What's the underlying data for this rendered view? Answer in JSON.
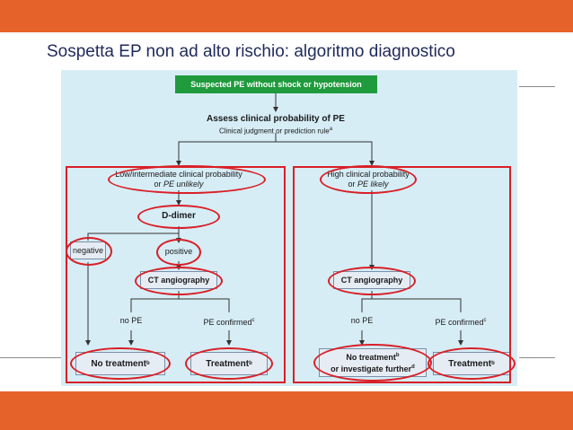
{
  "slide": {
    "title": "Sospetta EP non ad alto rischio: algoritmo diagnostico"
  },
  "diagram": {
    "start": "Suspected PE without shock or hypotension",
    "assess": {
      "title": "Assess clinical probability of PE",
      "sub": "Clinical judgment or prediction rule",
      "sub_sup": "a"
    },
    "left": {
      "probability_line1": "Low/intermediate clinical probability",
      "probability_line2_prefix": "or",
      "probability_line2_em": "PE unlikely",
      "ddimer": "D-dimer",
      "negative": "negative",
      "positive": "positive",
      "ct": "CT angiography",
      "no_pe": "no PE",
      "pe_confirmed": "PE confirmed",
      "pe_confirmed_sup": "c",
      "no_treatment": "No treatment",
      "no_treatment_sup": "b",
      "treatment": "Treatment",
      "treatment_sup": "b"
    },
    "right": {
      "probability_line1": "High clinical probability",
      "probability_line2_prefix": "or",
      "probability_line2_em": "PE likely",
      "ct": "CT angiography",
      "no_pe": "no PE",
      "pe_confirmed": "PE confirmed",
      "pe_confirmed_sup": "c",
      "no_treatment_line1": "No treatment",
      "no_treatment_sup": "b",
      "no_treatment_line2": "or investigate further",
      "no_treatment_line2_sup": "d",
      "treatment": "Treatment",
      "treatment_sup": "b"
    }
  },
  "colors": {
    "accent": "#e5632a",
    "panel": "#d6edf6",
    "highlight": "#d91f26",
    "start_box": "#1f9a3d",
    "title_text": "#1f2a5a"
  }
}
